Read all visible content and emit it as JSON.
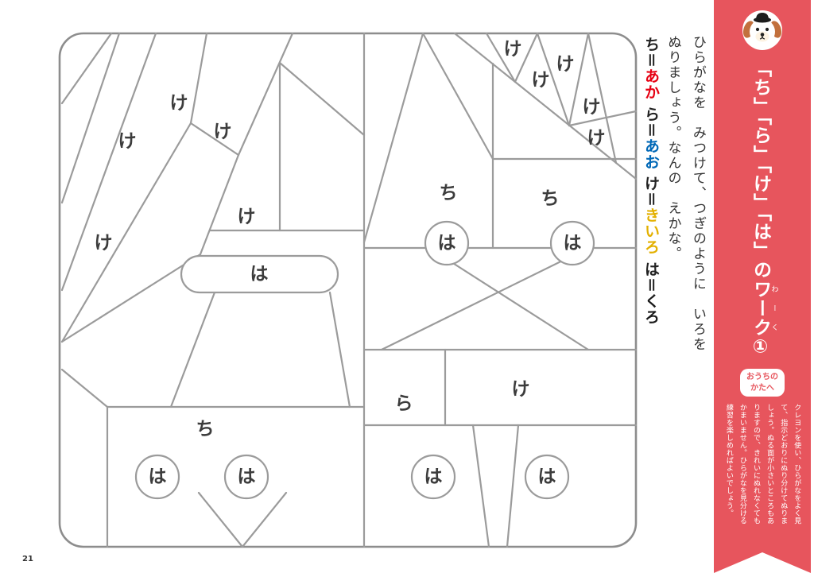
{
  "page": {
    "number": "21"
  },
  "instructions": {
    "line1": "ひらがなを　みつけて、つぎのように　いろを",
    "line2": "ぬりましょう。なんの　えかな。"
  },
  "legend": {
    "items": [
      {
        "char": "ち",
        "eq": "＝",
        "color_name": "あか",
        "color": "#e60012"
      },
      {
        "char": "ら",
        "eq": "＝",
        "color_name": "あお",
        "color": "#0068b7"
      },
      {
        "char": "け",
        "eq": "＝",
        "color_name": "きいろ",
        "color": "#e3b000"
      },
      {
        "char": "は",
        "eq": "＝",
        "color_name": "くろ",
        "color": "#1a1a1a"
      }
    ]
  },
  "banner": {
    "bg_color": "#e7555d",
    "mascot_icon": "dog-with-hat",
    "title_main": "「ち」「ら」「け」「は」の",
    "title_work": "ワーク",
    "title_furigana": "わーく",
    "title_number": "①",
    "badge": {
      "line1": "おうちの",
      "line2": "かたへ"
    },
    "note": "クレヨンを使い、ひらがなをよく見て、指示どおりにぬり分けてぬりましょう。ぬる面が小さいところもありますので、きれいにぬれなくてもかまいません。ひらがなを見分ける練習を楽しめればよいでしょう。"
  },
  "puzzle": {
    "labels": [
      {
        "text": "け"
      },
      {
        "text": "け"
      },
      {
        "text": "け"
      },
      {
        "text": "け"
      },
      {
        "text": "け"
      },
      {
        "text": "は"
      },
      {
        "text": "ち"
      },
      {
        "text": "は"
      },
      {
        "text": "は"
      },
      {
        "text": "け"
      },
      {
        "text": "け"
      },
      {
        "text": "け"
      },
      {
        "text": "け"
      },
      {
        "text": "け"
      },
      {
        "text": "ち"
      },
      {
        "text": "ち"
      },
      {
        "text": "は"
      },
      {
        "text": "は"
      },
      {
        "text": "け"
      },
      {
        "text": "ら"
      },
      {
        "text": "は"
      },
      {
        "text": "は"
      }
    ]
  }
}
